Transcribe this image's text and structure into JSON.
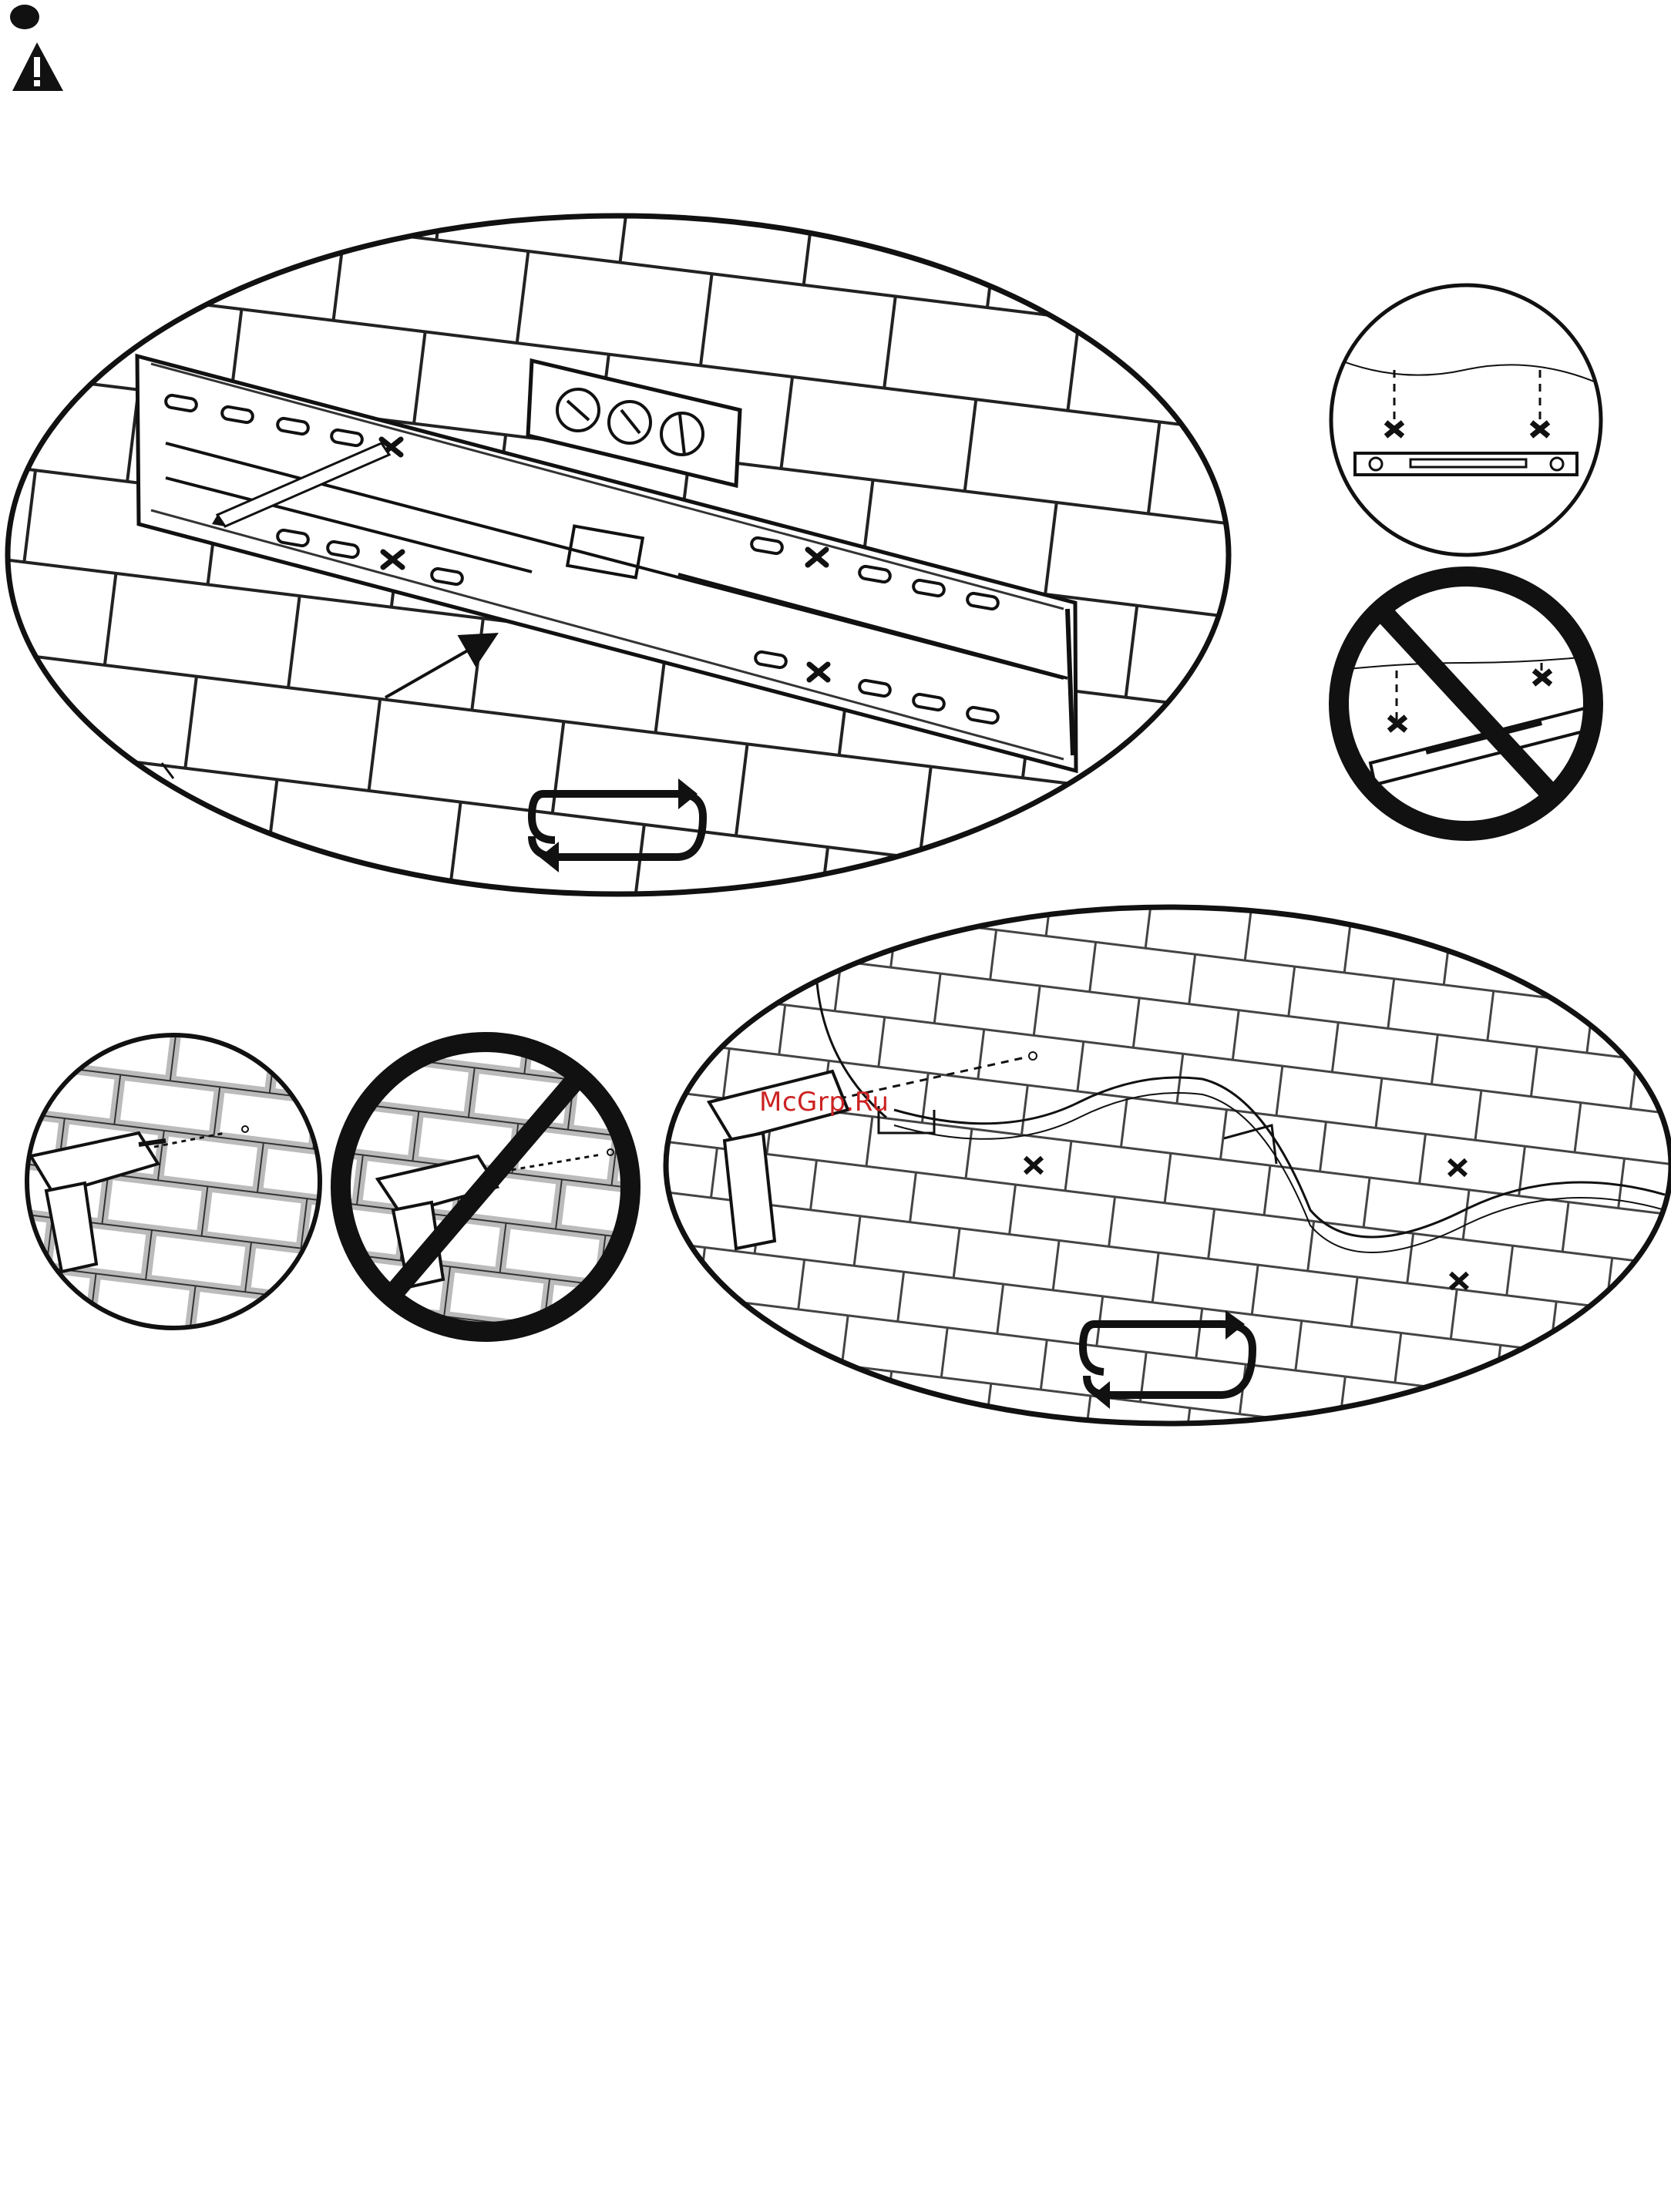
{
  "page": {
    "step_marker": "filled-dot",
    "warning_icon": "warning-triangle-icon"
  },
  "watermark": {
    "text": "McGrp.Ru"
  },
  "colors": {
    "ink": "#111111",
    "line": "#222222",
    "background": "#ffffff",
    "watermark": "#cc2222"
  },
  "panels": {
    "top": {
      "content": "wall-plate-with-level-on-tile-wall",
      "rotate_icon": "rotate-arrows-icon"
    },
    "level_ok": {
      "content": "level-on-marks-correct"
    },
    "level_wrong": {
      "content": "level-tilted-prohibited"
    },
    "drill_ok": {
      "content": "drill-into-tile"
    },
    "drill_wrong": {
      "content": "drill-into-grout-prohibited"
    },
    "drill_marks": {
      "content": "drill-at-marked-points",
      "rotate_icon": "rotate-arrows-icon"
    },
    "bottom": {
      "content": "screw-plate-to-wall",
      "rotate_icon": "rotate-arrows-icon"
    },
    "anchor_detail": {
      "content": "wall-anchor-detail"
    }
  }
}
